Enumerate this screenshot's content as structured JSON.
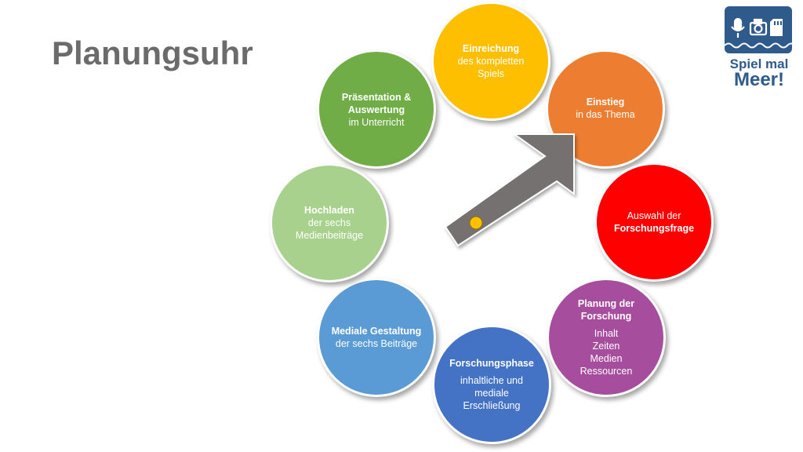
{
  "title": "Planungsuhr",
  "logo": {
    "line1": "Spiel mal",
    "line2": "Meer!"
  },
  "steps": [
    {
      "id": "einreichung",
      "heading": "Einreichung",
      "lines": [
        "des kompletten",
        "Spiels"
      ],
      "color": "#FDBF00"
    },
    {
      "id": "einstieg",
      "heading": "Einstieg",
      "lines": [
        "in das Thema"
      ],
      "color": "#ED7D31"
    },
    {
      "id": "auswahl",
      "line_top": "Auswahl der",
      "heading": "Forschungsfrage",
      "color": "#FF0000"
    },
    {
      "id": "planung",
      "heading": "Planung der Forschung",
      "lines": [
        "Inhalt",
        "Zeiten",
        "Medien",
        "Ressourcen"
      ],
      "color": "#A64D9E"
    },
    {
      "id": "forschungsphase",
      "heading": "Forschungsphase",
      "lines": [
        "inhaltliche und",
        "mediale",
        "Erschließung"
      ],
      "color": "#4472C4"
    },
    {
      "id": "mediale",
      "heading": "Mediale Gestaltung",
      "lines": [
        "der sechs Beiträge"
      ],
      "color": "#5B9BD5"
    },
    {
      "id": "hochladen",
      "heading": "Hochladen",
      "lines": [
        "der sechs",
        "Medienbeiträge"
      ],
      "color": "#A9D18E"
    },
    {
      "id": "praesentation",
      "heading": "Präsentation & Auswertung",
      "lines": [
        "im Unterricht"
      ],
      "color": "#70AD47"
    }
  ],
  "colors": {
    "arrow": "#767171",
    "arrow_dot": "#FFC000",
    "title": "#6b6b6b",
    "logo": "#2f5a8c"
  },
  "icons": [
    "microphone-icon",
    "camera-icon",
    "sd-card-icon"
  ]
}
